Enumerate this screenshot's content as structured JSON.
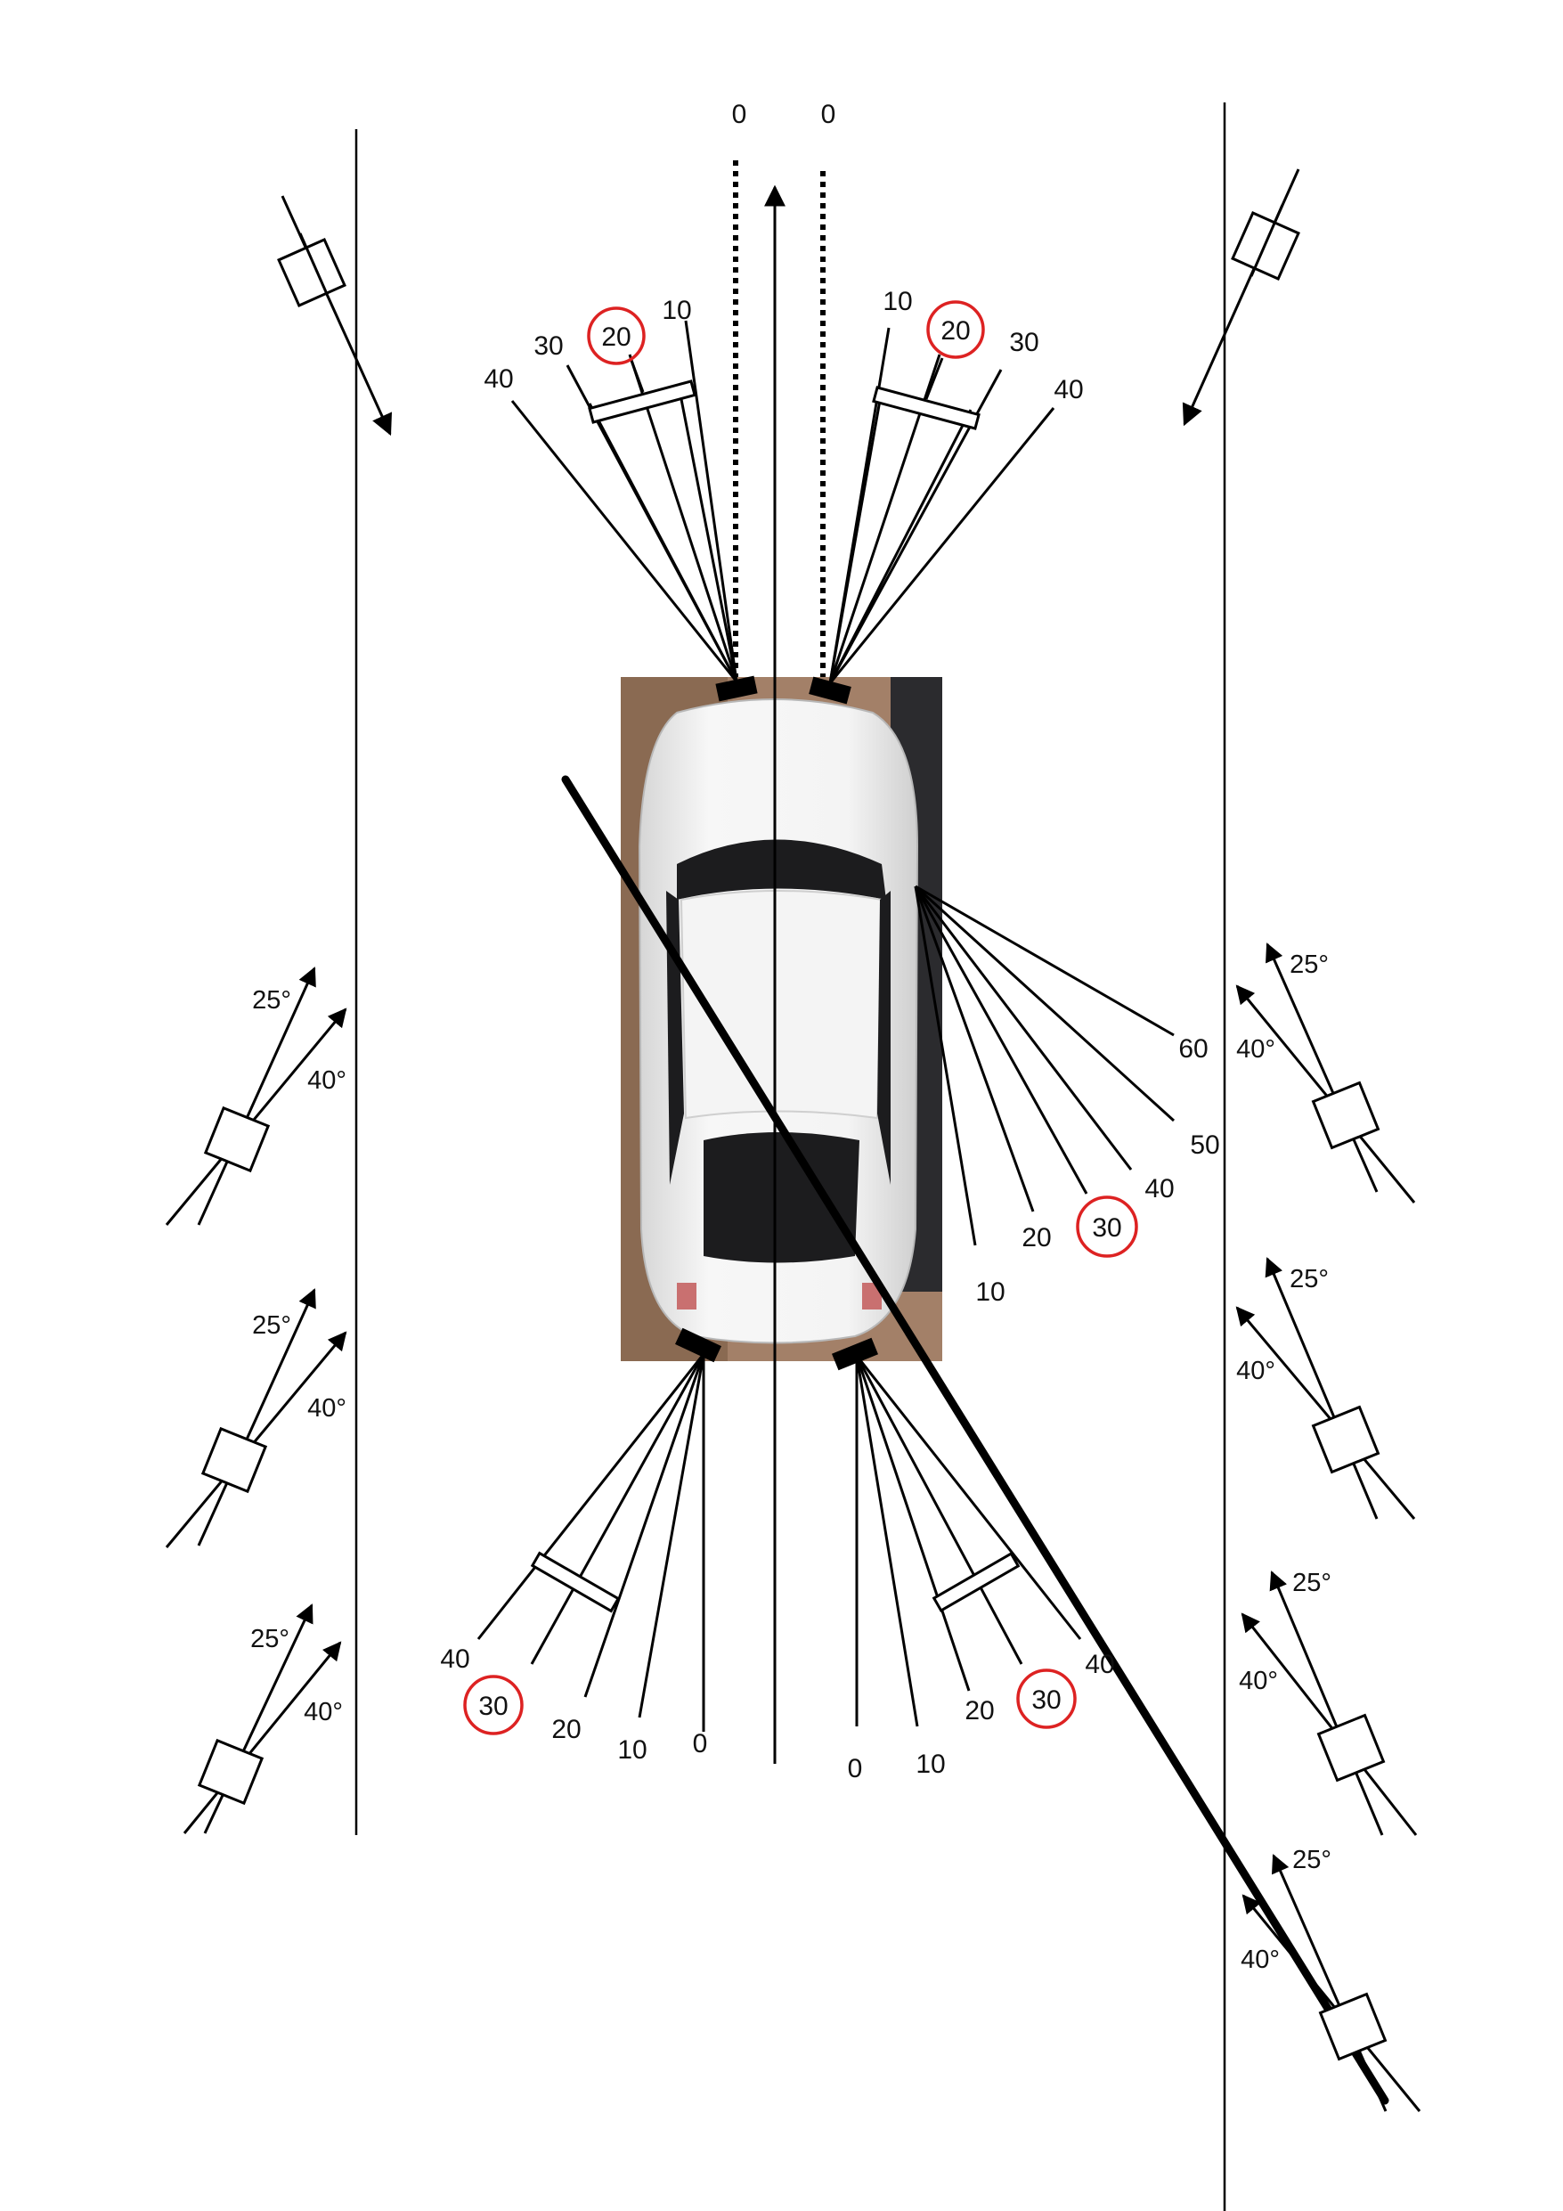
{
  "colors": {
    "line": "#000000",
    "highlight": "#dd2222",
    "car_body": "#eeeeee",
    "ground_left": "#8a6a52",
    "ground_right": "#2b2b2e"
  },
  "icons": {
    "vehicle": "car-top-view",
    "sensor": "sensor-bar",
    "pedestrian": "pedestrian-box"
  },
  "labels": {
    "front_axis_left": "0",
    "front_axis_right": "0",
    "fl_10": "10",
    "fl_20": "20",
    "fl_30": "30",
    "fl_40": "40",
    "fr_10": "10",
    "fr_20": "20",
    "fr_30": "30",
    "fr_40": "40",
    "side_60": "60",
    "side_50": "50",
    "side_40": "40",
    "side_30": "30",
    "side_20": "20",
    "side_10": "10",
    "rl_40": "40",
    "rl_30": "30",
    "rl_20": "20",
    "rl_10": "10",
    "rl_0": "0",
    "rr_0": "0",
    "rr_10": "10",
    "rr_20": "20",
    "rr_30": "30",
    "rr_40": "40"
  },
  "left_targets": [
    {
      "angle_a": "25°",
      "angle_b": "40°"
    },
    {
      "angle_a": "25°",
      "angle_b": "40°"
    },
    {
      "angle_a": "25°",
      "angle_b": "40°"
    }
  ],
  "right_targets": [
    {
      "angle_a": "25°",
      "angle_b": "40°"
    },
    {
      "angle_a": "25°",
      "angle_b": "40°"
    },
    {
      "angle_a": "25°",
      "angle_b": "40°"
    },
    {
      "angle_a": "25°",
      "angle_b": "40°"
    }
  ]
}
